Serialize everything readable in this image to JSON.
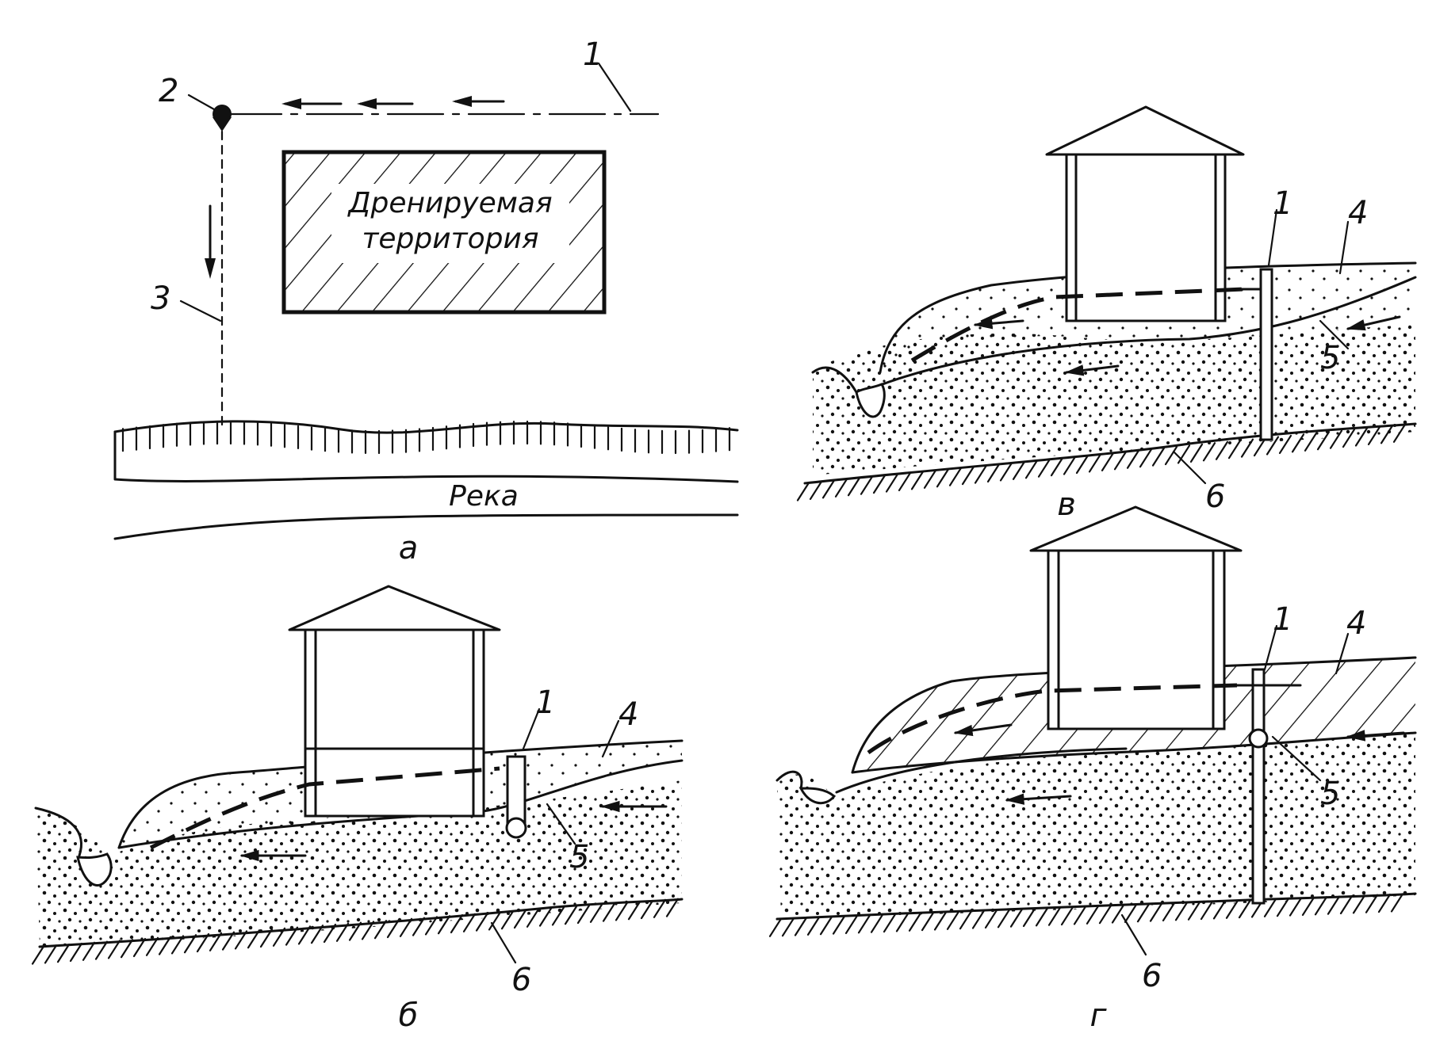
{
  "panel_a": {
    "area_label_line1": "Дренируемая",
    "area_label_line2": "территория",
    "river_label": "Река",
    "callout_1": "1",
    "callout_2": "2",
    "callout_3": "3",
    "panel_letter": "а"
  },
  "panel_b": {
    "callout_1": "1",
    "callout_4": "4",
    "callout_5": "5",
    "callout_6": "6",
    "panel_letter": "б"
  },
  "panel_v": {
    "callout_1": "1",
    "callout_4": "4",
    "callout_5": "5",
    "callout_6": "6",
    "panel_letter": "в"
  },
  "panel_g": {
    "callout_1": "1",
    "callout_4": "4",
    "callout_5": "5",
    "callout_6": "6",
    "panel_letter": "г"
  },
  "icons": {
    "flow_arrow": "arrow-left-icon",
    "well_marker": "pin-icon",
    "house": "house-icon"
  }
}
